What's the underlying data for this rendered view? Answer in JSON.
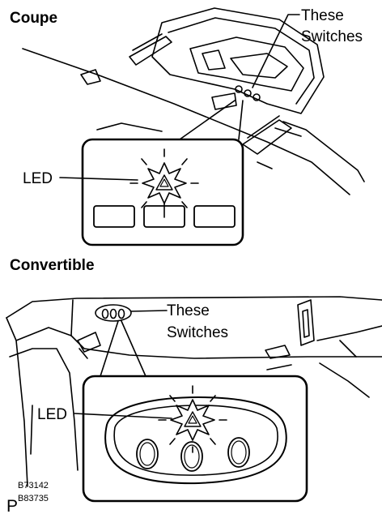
{
  "sections": {
    "coupe": {
      "heading": "Coupe",
      "callout_line1": "These",
      "callout_line2": "Switches",
      "led_label": "LED"
    },
    "convertible": {
      "heading": "Convertible",
      "callout_line1": "These",
      "callout_line2": "Switches",
      "led_label": "LED"
    }
  },
  "footer": {
    "code1": "B73142",
    "code2": "B83735",
    "marker": "P"
  },
  "colors": {
    "ink": "#000000",
    "paper": "#ffffff"
  }
}
